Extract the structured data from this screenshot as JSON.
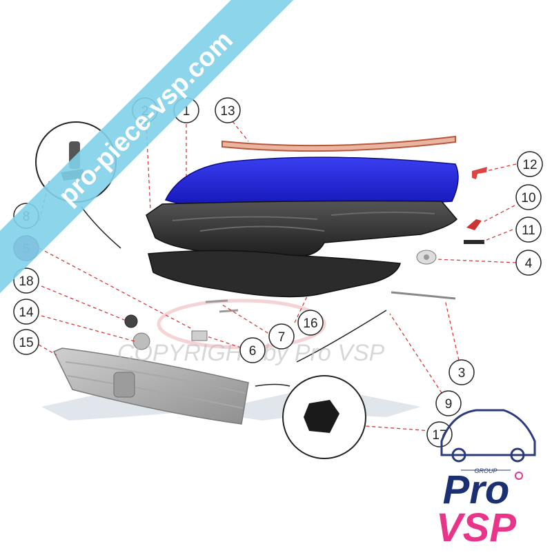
{
  "watermark": {
    "site": "pro-piece-vsp.com",
    "copyright": "COPYRIGHT by Pro VSP"
  },
  "callouts": [
    {
      "id": "c1",
      "number": "1"
    },
    {
      "id": "c2",
      "number": "2"
    },
    {
      "id": "c3",
      "number": "3"
    },
    {
      "id": "c4",
      "number": "4"
    },
    {
      "id": "c5",
      "number": "5",
      "highlighted": true
    },
    {
      "id": "c6",
      "number": "6"
    },
    {
      "id": "c7",
      "number": "7"
    },
    {
      "id": "c8",
      "number": "8"
    },
    {
      "id": "c9",
      "number": "9"
    },
    {
      "id": "c10",
      "number": "10"
    },
    {
      "id": "c11",
      "number": "11"
    },
    {
      "id": "c12",
      "number": "12"
    },
    {
      "id": "c13",
      "number": "13"
    },
    {
      "id": "c14",
      "number": "14"
    },
    {
      "id": "c15",
      "number": "15"
    },
    {
      "id": "c16",
      "number": "16"
    },
    {
      "id": "c17",
      "number": "17"
    },
    {
      "id": "c18",
      "number": "18"
    }
  ],
  "logo": {
    "group": "GROUP",
    "pro": "Pro",
    "vsp": "VSP"
  },
  "colors": {
    "hood": "#1a1fd6",
    "highlight": "#8a4a9a",
    "leader": "#d23a3a",
    "watermark": "#7fd0e8",
    "logo_blue": "#1b2f73",
    "logo_pink": "#e8358a"
  }
}
